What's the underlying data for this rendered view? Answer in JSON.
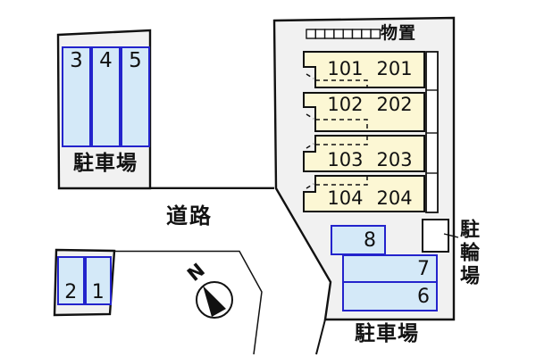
{
  "legend": {
    "parking_label_top_left": "駐車場",
    "parking_label_bottom": "駐車場",
    "road_label": "道路",
    "storage_label": "物置",
    "bicycle_label": "駐輪場",
    "compass_north": "N"
  },
  "stalls": {
    "top_left": [
      "3",
      "4",
      "5"
    ],
    "bottom_left": [
      "2",
      "1"
    ],
    "bottom_right": [
      "8",
      "7",
      "6"
    ]
  },
  "units": [
    {
      "ground": "101",
      "upper": "201"
    },
    {
      "ground": "102",
      "upper": "202"
    },
    {
      "ground": "103",
      "upper": "203"
    },
    {
      "ground": "104",
      "upper": "204"
    }
  ],
  "colors": {
    "stall_fill": "#d4e9f8",
    "stall_border": "#2323cc",
    "unit_fill": "#fcf7d4",
    "site_fill": "#f1f1f1",
    "line": "#111111"
  }
}
